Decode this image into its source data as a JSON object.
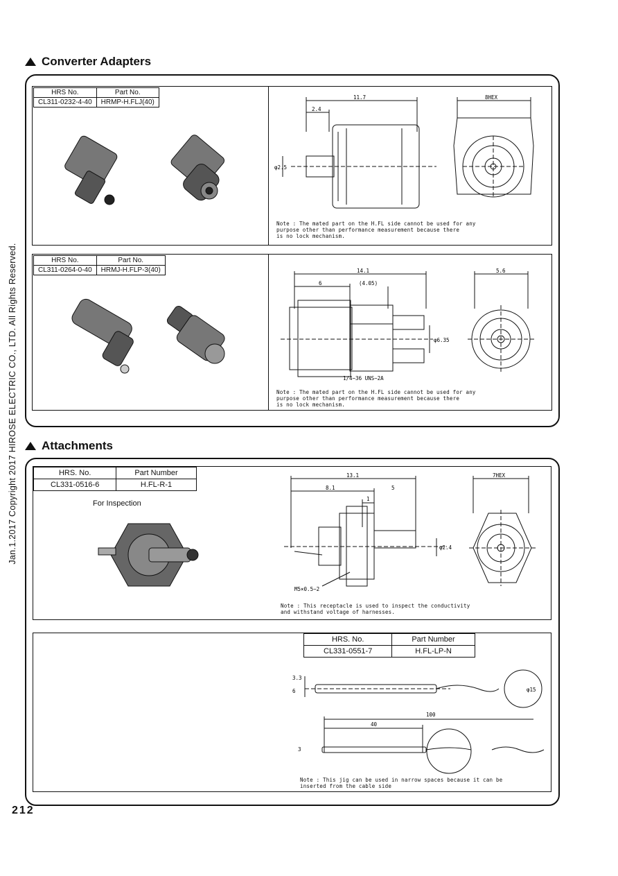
{
  "sections": {
    "converter_title": "Converter Adapters",
    "attachments_title": "Attachments"
  },
  "side_text": "Jan.1.2017 Copyright 2017 HIROSE ELECTRIC CO., LTD. All Rights Reserved.",
  "page_number": "212",
  "adapter1": {
    "hdr_hrs": "HRS No.",
    "hdr_part": "Part No.",
    "hrs": "CL311-0232-4-40",
    "part": "HRMP-H.FLJ(40)",
    "dims": {
      "total": "11.7",
      "left": "2.4",
      "dia": "φ2.5",
      "hex": "8HEX"
    },
    "note": [
      "Note : The mated part on the H.FL side cannot be used for any",
      "purpose other than performance measurement because there",
      "is no lock mechanism."
    ]
  },
  "adapter2": {
    "hdr_hrs": "HRS No.",
    "hdr_part": "Part No.",
    "hrs": "CL311-0264-0-40",
    "part": "HRMJ-H.FLP-3(40)",
    "dims": {
      "total": "14.1",
      "left": "6",
      "mid": "(4.05)",
      "dia": "φ6.35",
      "thread": "1/4−36 UNS−2A",
      "side": "5.6"
    },
    "note": [
      "Note : The mated part on the H.FL side cannot be used for any",
      "purpose other than performance measurement because there",
      "is no lock mechanism."
    ]
  },
  "attach1": {
    "hdr_hrs": "HRS. No.",
    "hdr_part": "Part Number",
    "hrs": "CL331-0516-6",
    "part": "H.FL-R-1",
    "caption": "For Inspection",
    "dims": {
      "total": "13.1",
      "left": "8.1",
      "right": "5",
      "small": "1",
      "dia": "φ2.4",
      "thread": "M5×0.5−2",
      "hex": "7HEX"
    },
    "note": [
      "Note : This receptacle is used to inspect the conductivity",
      "and withstand voltage of harnesses."
    ]
  },
  "attach2": {
    "hdr_hrs": "HRS. No.",
    "hdr_part": "Part Number",
    "hrs": "CL331-0551-7",
    "part": "H.FL-LP-N",
    "dims": {
      "h1": "3.3",
      "h2": "6",
      "ring": "φ15",
      "len": "100",
      "sub": "40",
      "w": "3"
    },
    "note": [
      "Note : This jig can be used in narrow spaces because it can be",
      "inserted from the cable side"
    ]
  }
}
